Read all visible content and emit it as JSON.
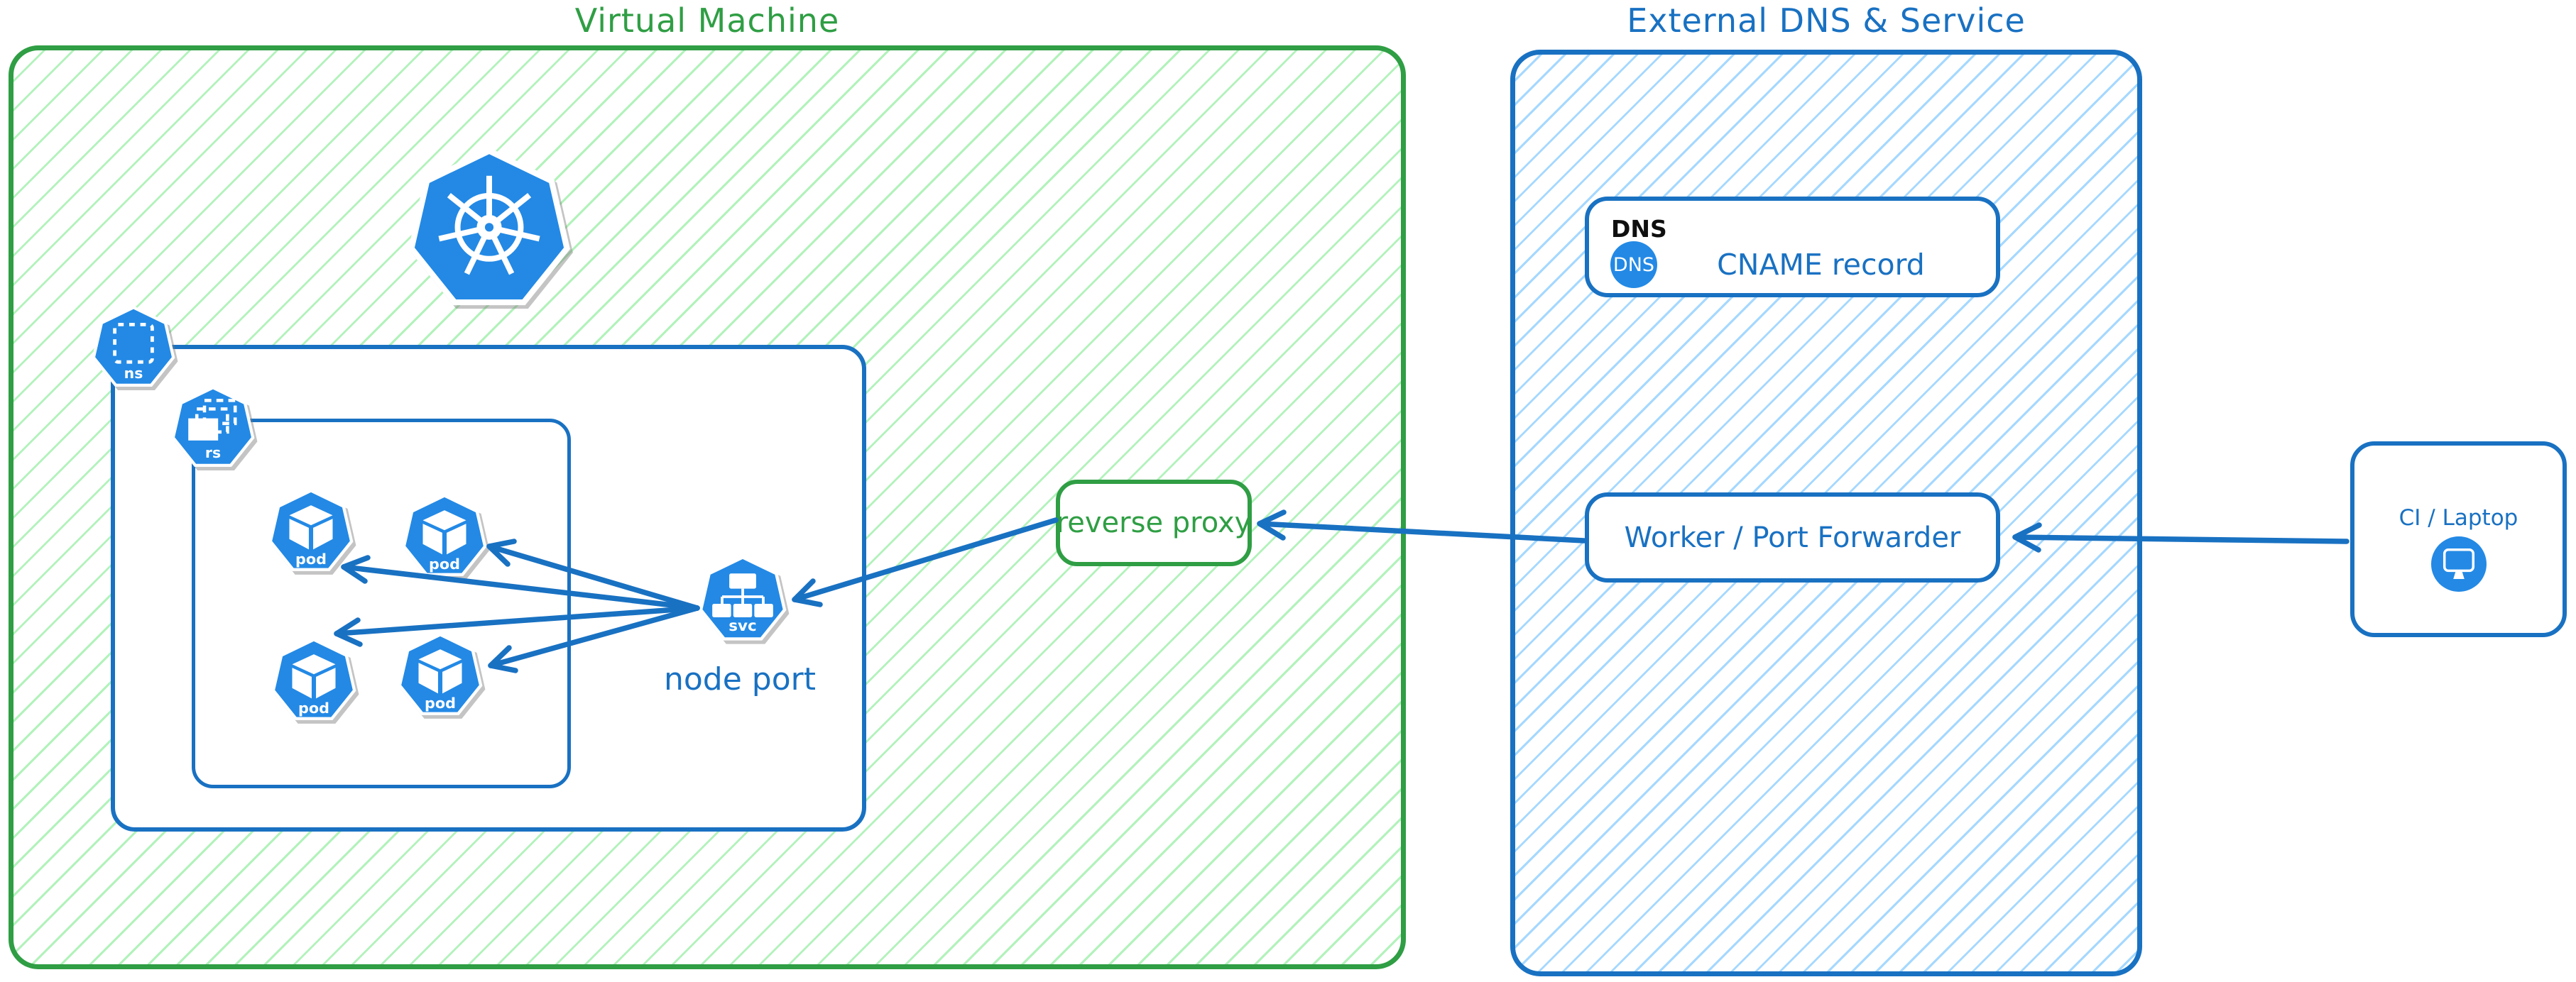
{
  "colors": {
    "green": "#2f9e44",
    "green_hatch": "#b2f2bb",
    "blue": "#1971c2",
    "blue_hatch": "#a5d8ff",
    "icon_blue": "#2389e5",
    "text_black": "#0f0f0f"
  },
  "icons": {
    "kubernetes": "kubernetes-wheel",
    "namespace": "dashed-square",
    "replicaset": "stacked-rects",
    "pod": "cube",
    "service": "service-tree",
    "dns": "dns-circle",
    "ci": "monitor"
  },
  "vm": {
    "title": "Virtual Machine",
    "namespace_icon_label": "ns",
    "replicaset_icon_label": "rs",
    "pod_label": "pod",
    "pod_count": 4,
    "svc_label": "svc",
    "node_port_label": "node port"
  },
  "reverse_proxy": {
    "label": "reverse proxy"
  },
  "external": {
    "title": "External DNS & Service",
    "dns_card": {
      "header": "DNS",
      "icon_label": "DNS",
      "record_label": "CNAME record"
    },
    "worker_card": {
      "label": "Worker / Port Forwarder"
    }
  },
  "ci": {
    "label": "CI / Laptop"
  },
  "edges": [
    {
      "from": "ci-laptop",
      "to": "worker-port-forwarder"
    },
    {
      "from": "worker-port-forwarder",
      "to": "reverse-proxy"
    },
    {
      "from": "reverse-proxy",
      "to": "node-port-service"
    },
    {
      "from": "node-port-service",
      "to": "pod-1"
    },
    {
      "from": "node-port-service",
      "to": "pod-2"
    },
    {
      "from": "node-port-service",
      "to": "pod-3"
    },
    {
      "from": "node-port-service",
      "to": "pod-4"
    }
  ]
}
